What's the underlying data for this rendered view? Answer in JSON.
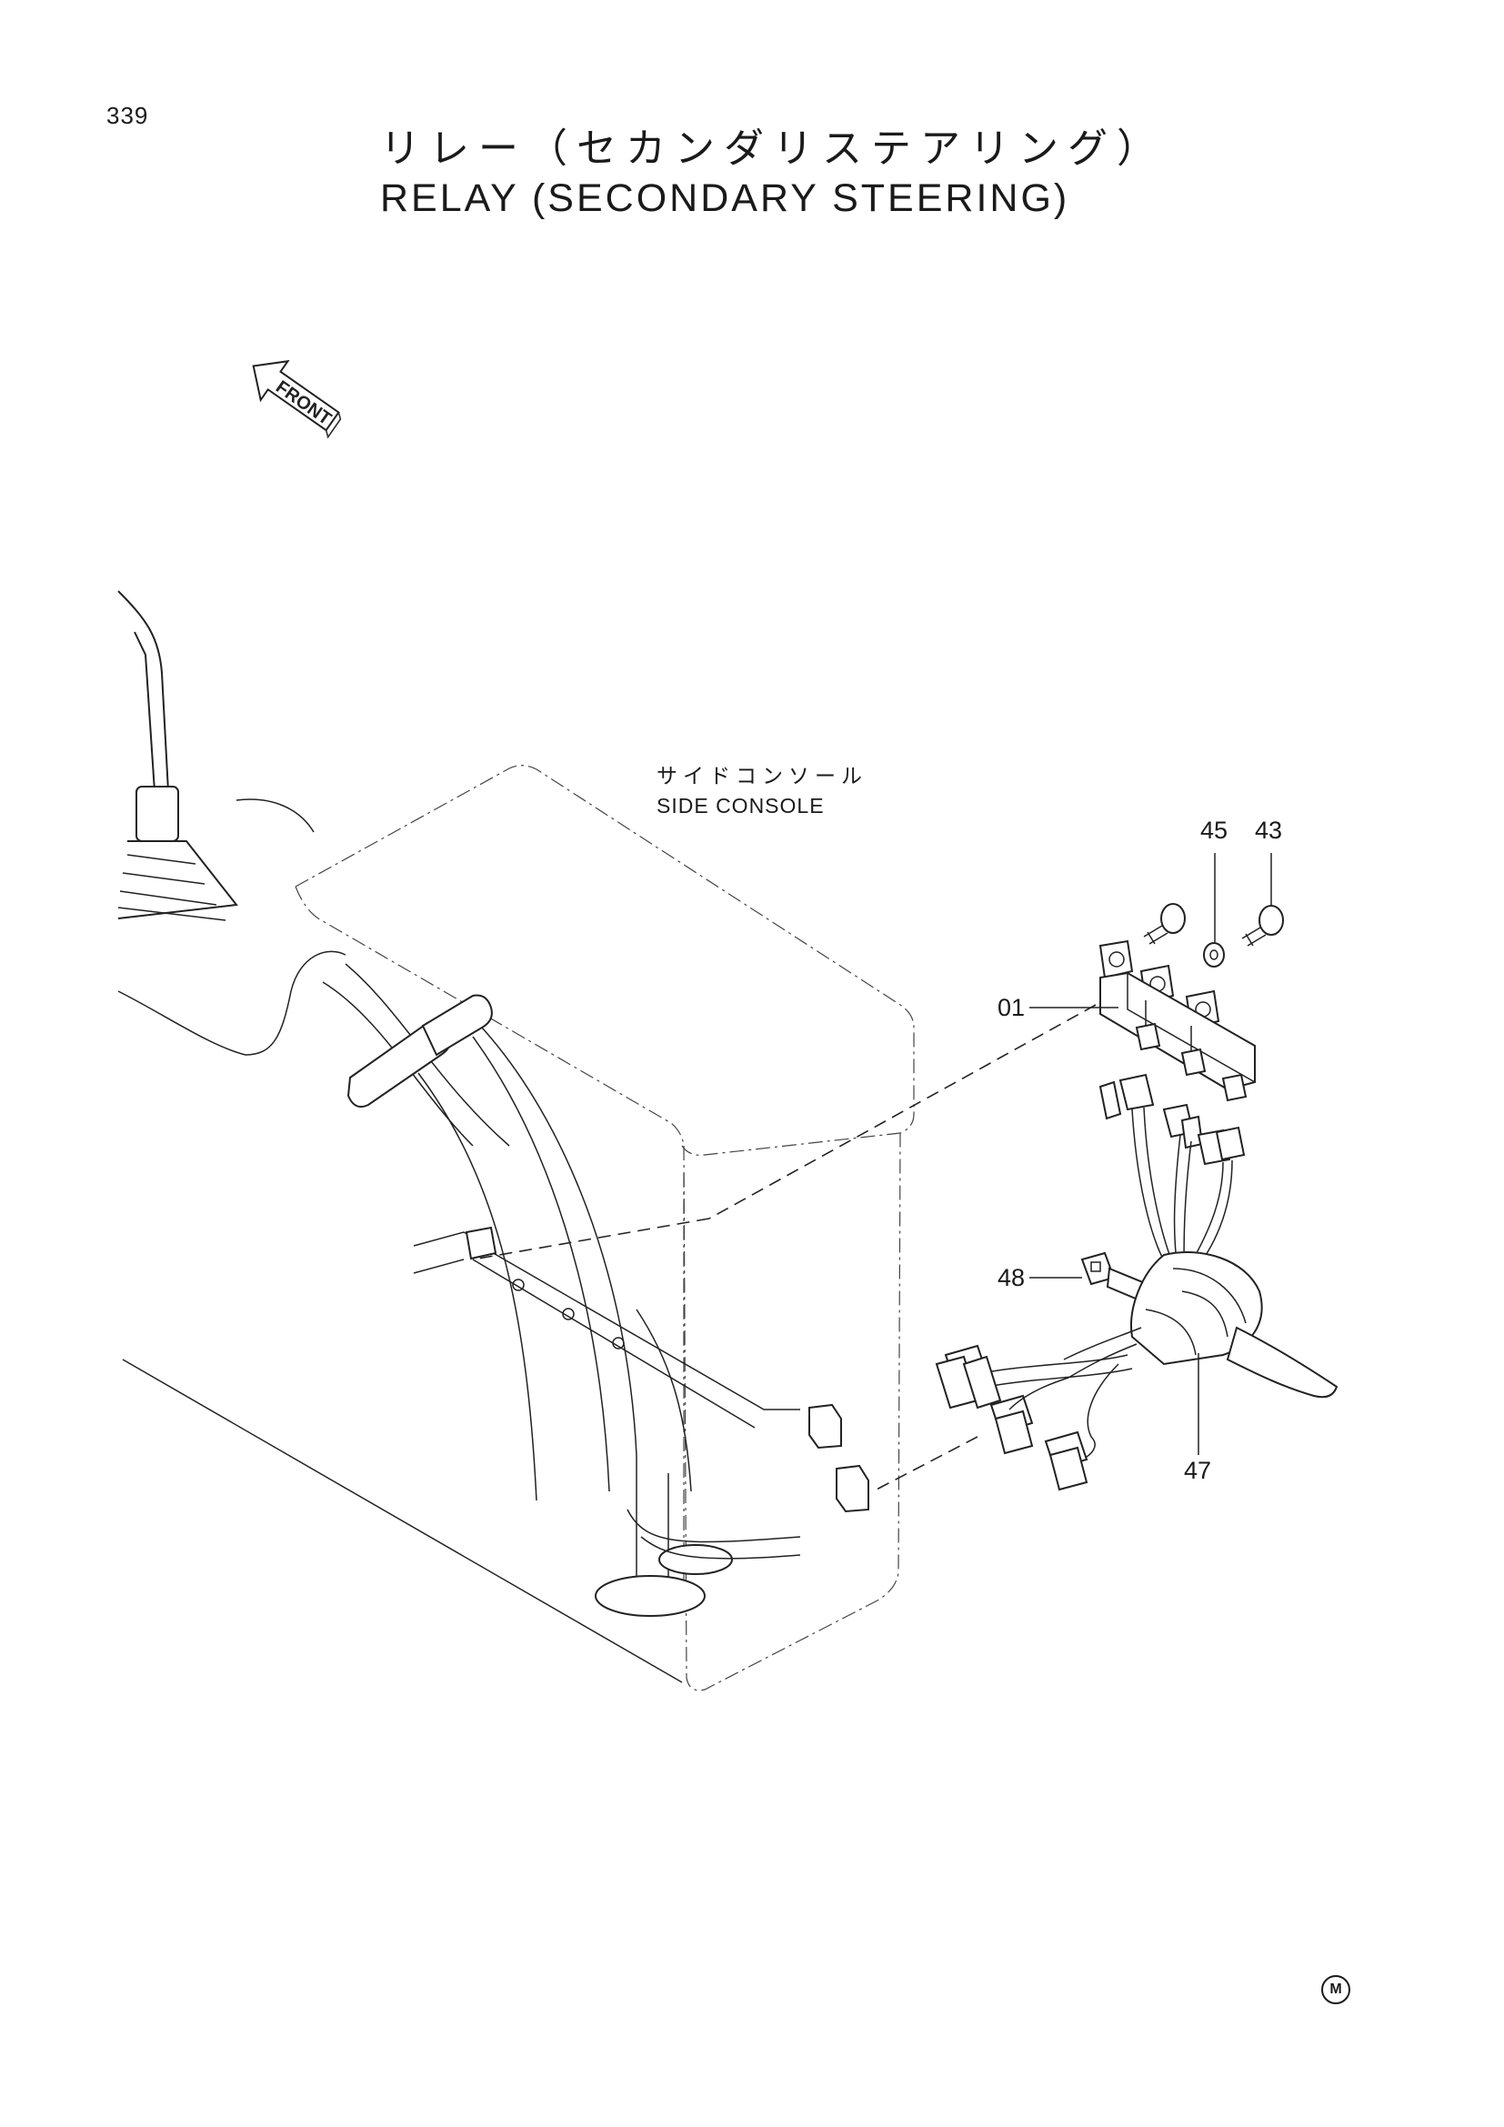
{
  "page": {
    "number": "339",
    "title_jp": "リレー（セカンダリステアリング）",
    "title_en": "RELAY (SECONDARY STEERING)"
  },
  "labels": {
    "front_arrow": "FRONT",
    "side_console_jp": "サイドコンソール",
    "side_console_en": "SIDE CONSOLE",
    "maker_mark": "M"
  },
  "callouts": [
    {
      "id": "45",
      "text": "45"
    },
    {
      "id": "43",
      "text": "43"
    },
    {
      "id": "01",
      "text": "01"
    },
    {
      "id": "48",
      "text": "48"
    },
    {
      "id": "47",
      "text": "47"
    }
  ]
}
